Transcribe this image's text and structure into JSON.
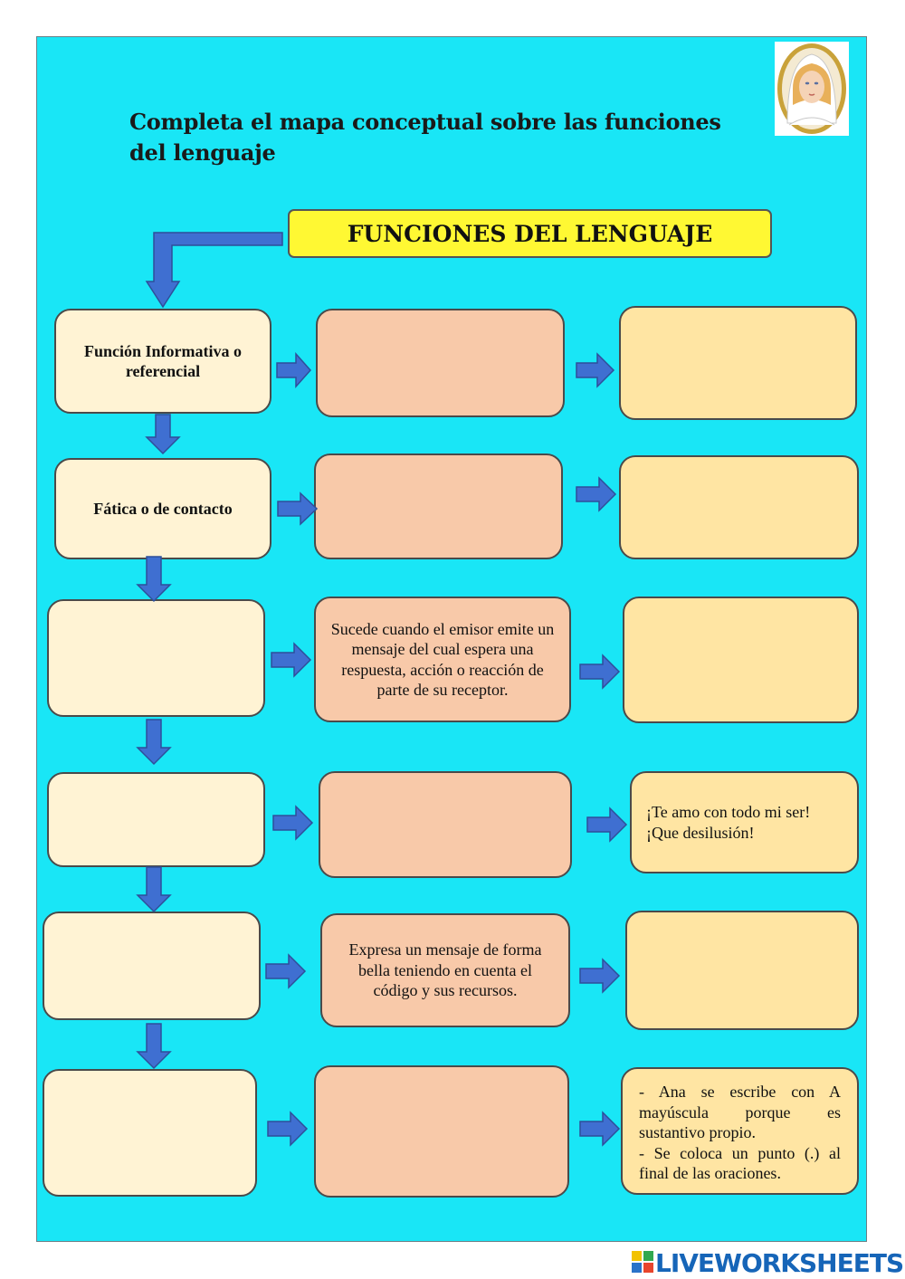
{
  "title": "Completa el mapa conceptual sobre las funciones del lenguaje",
  "banner": "FUNCIONES DEL LENGUAJE",
  "rows": [
    {
      "name": "Función Informativa o referencial",
      "definition": "",
      "example": ""
    },
    {
      "name": "Fática o de contacto",
      "definition": "",
      "example": ""
    },
    {
      "name": "",
      "definition": "Sucede cuando el emisor emite un mensaje del cual espera una respuesta, acción o reacción de parte de su receptor.",
      "example": ""
    },
    {
      "name": "",
      "definition": "",
      "example_lines": [
        "¡Te amo con todo mi ser!",
        "¡Que desilusión!"
      ]
    },
    {
      "name": "",
      "definition": "Expresa un mensaje de forma bella teniendo en cuenta el código y sus recursos.",
      "example": ""
    },
    {
      "name": "",
      "definition": "",
      "example_lines": [
        "- Ana se escribe con A mayúscula porque es sustantivo propio.",
        "- Se coloca un punto (.) al final de las oraciones."
      ]
    }
  ],
  "footer": {
    "brand": "LIVEWORKSHEETS"
  },
  "colors": {
    "background": "#19e6f6",
    "banner": "#fff833",
    "name_box": "#fff3d4",
    "definition_box": "#f8c9a9",
    "example_box": "#ffe5a3",
    "arrow": "#3f6fd1"
  },
  "icons": {
    "portrait": "virgin-mary-portrait-image",
    "connector": "block-arrow-icon"
  }
}
